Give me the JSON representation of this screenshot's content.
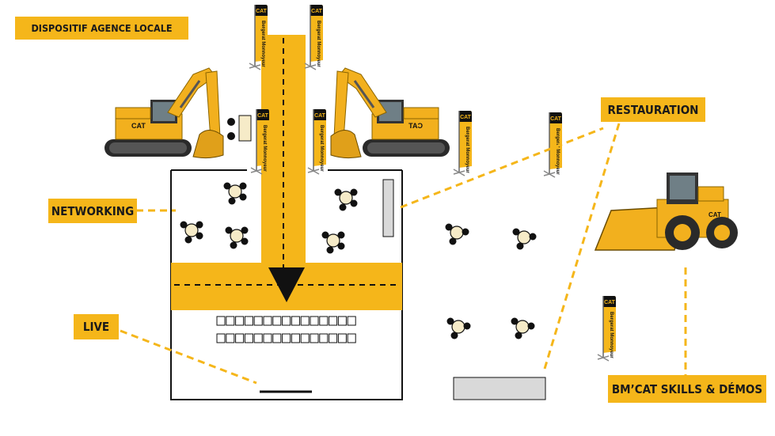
{
  "labels": {
    "agence": "DISPOSITIF AGENCE LOCALE",
    "networking": "NETWORKING",
    "live": "LIVE",
    "restauration": "RESTAURATION",
    "skills": "BM’CAT SKILLS & DÉMOS"
  },
  "flag": {
    "brand": "CAT",
    "line1": "Bergerat",
    "line2": "Monnoyeur"
  },
  "colors": {
    "accent": "#f5b61a",
    "ink": "#111111",
    "table": "#f6ebc8",
    "counter": "#d9d9d9"
  },
  "icons": {
    "machines": [
      "excavator-icon",
      "excavator-icon",
      "wheel-loader-icon"
    ],
    "flag": "feather-flag-icon",
    "table": "round-table-icon"
  }
}
